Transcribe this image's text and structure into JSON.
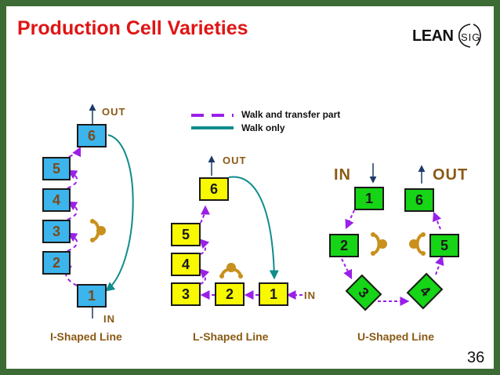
{
  "slide": {
    "title": "Production Cell Varieties",
    "page_number": "36"
  },
  "logo": {
    "text": "LEAN",
    "sig": "SIG"
  },
  "legend": {
    "walk_transfer": "Walk and transfer part",
    "walk_only": "Walk only"
  },
  "i_line": {
    "caption": "I-Shaped Line",
    "out_label": "OUT",
    "in_label": "IN",
    "stations": [
      "6",
      "5",
      "4",
      "3",
      "2",
      "1"
    ]
  },
  "l_line": {
    "caption": "L-Shaped Line",
    "out_label": "OUT",
    "in_label": "IN",
    "stations": [
      "6",
      "5",
      "4",
      "3",
      "2",
      "1"
    ]
  },
  "u_line": {
    "caption": "U-Shaped Line",
    "in_label": "IN",
    "out_label": "OUT",
    "stations": [
      "1",
      "6",
      "2",
      "5",
      "3",
      "4"
    ]
  },
  "colors": {
    "title": "#e01414",
    "walk_transfer": "#9a20e8",
    "walk_only": "#108c8c",
    "i_station": "#3cb4ec",
    "l_station": "#f8f800",
    "u_station": "#16d416",
    "operator": "#c8901c"
  }
}
